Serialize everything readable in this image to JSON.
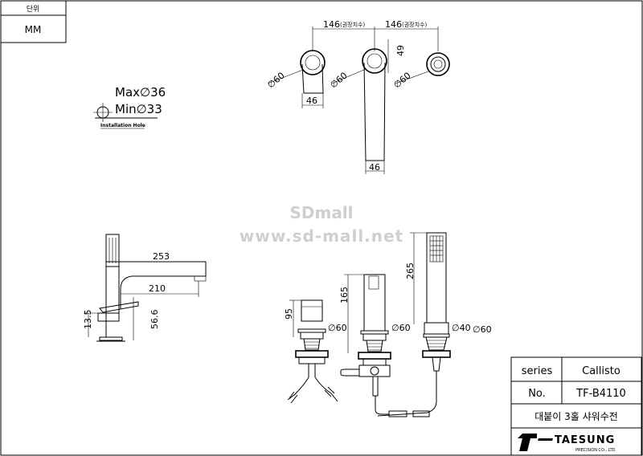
{
  "unit_box": {
    "label": "단위",
    "value": "MM"
  },
  "hole": {
    "max": "Max∅36",
    "min": "Min∅33",
    "caption": "Installation Hole"
  },
  "top_view": {
    "spacing_left": "146",
    "spacing_left_note": "(권장치수)",
    "spacing_right": "146",
    "spacing_right_note": "(권장치수)",
    "height_49": "49",
    "dia_left": "∅60",
    "dia_mid": "∅60",
    "dia_right": "∅60",
    "width_left": "46",
    "width_mid": "46"
  },
  "side_view": {
    "spout_253": "253",
    "spout_210": "210",
    "dim_13_5": "13.5",
    "dim_56_6": "56.6"
  },
  "front_view": {
    "h_95": "95",
    "h_165": "165",
    "h_265": "265",
    "d_60a": "∅60",
    "d_60b": "∅60",
    "d_40": "∅40",
    "d_60c": "∅60"
  },
  "watermark": {
    "line1": "SDmall",
    "line2": "www.sd-mall.net"
  },
  "title_block": {
    "series_label": "series",
    "series_value": "Callisto",
    "no_label": "No.",
    "no_value": "TF-B4110",
    "description": "대붙이 3홀 샤워수전",
    "brand": "TAESUNG",
    "brand_sub": "PRECISION CO., LTD"
  }
}
